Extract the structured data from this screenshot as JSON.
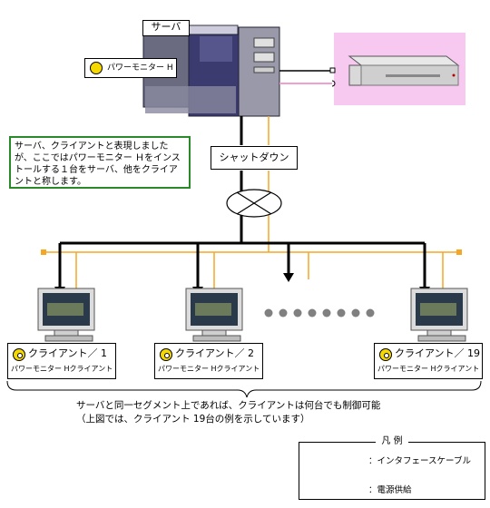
{
  "server": {
    "label": "サーバ",
    "pm_label": "パワーモニター H"
  },
  "shutdown_label": "シャットダウン",
  "note": "サーバ、クライアントと表現しましたが、ここではパワーモニター Ｈをインストールする１台をサーバ、他をクライアントと称します。",
  "clients": [
    {
      "name": "クライアント／ 1",
      "sub": "パワーモニター Hクライアント"
    },
    {
      "name": "クライアント／ 2",
      "sub": "パワーモニター Hクライアント"
    },
    {
      "name": "クライアント／ 19",
      "sub": "パワーモニター Hクライアント"
    }
  ],
  "caption": {
    "line1": "サーバと同一セグメント上であれば、クライアントは何台でも制御可能",
    "line2": "（上図では、クライアント 19台の例を示しています）"
  },
  "legend": {
    "title": "凡 例",
    "interface_cable": "：インタフェースケーブル",
    "power_supply": "：電源供給"
  },
  "colors": {
    "interface_line": "#000000",
    "power_line_orange": "#f5a623",
    "power_line_pink": "#f0a0d0",
    "ups_background": "#f7c8f0",
    "note_border": "#2a8a2a"
  }
}
